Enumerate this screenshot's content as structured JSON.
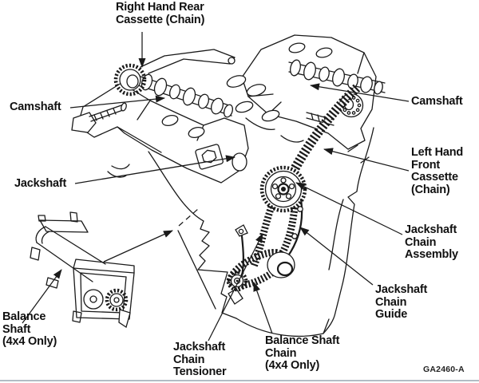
{
  "figure": {
    "type": "engine-timing-chain-exploded-diagram",
    "ref_code": "GA2460-A",
    "colors": {
      "ink": "#1a1a1a",
      "background": "#ffffff",
      "divider": "#b3bcc4"
    },
    "labels": {
      "rh_rear_cassette": "Right Hand Rear\nCassette (Chain)",
      "camshaft_left": "Camshaft",
      "jackshaft": "Jackshaft",
      "camshaft_right": "Camshaft",
      "lh_front_cassette": "Left Hand\nFront\nCassette\n(Chain)",
      "jackshaft_chain_assembly": "Jackshaft\nChain\nAssembly",
      "jackshaft_chain_guide": "Jackshaft\nChain\nGuide",
      "balance_shaft": "Balance\nShaft\n(4x4 Only)",
      "jackshaft_chain_tensioner": "Jackshaft\nChain\nTensioner",
      "balance_shaft_chain": "Balance Shaft\nChain\n(4x4 Only)"
    }
  }
}
